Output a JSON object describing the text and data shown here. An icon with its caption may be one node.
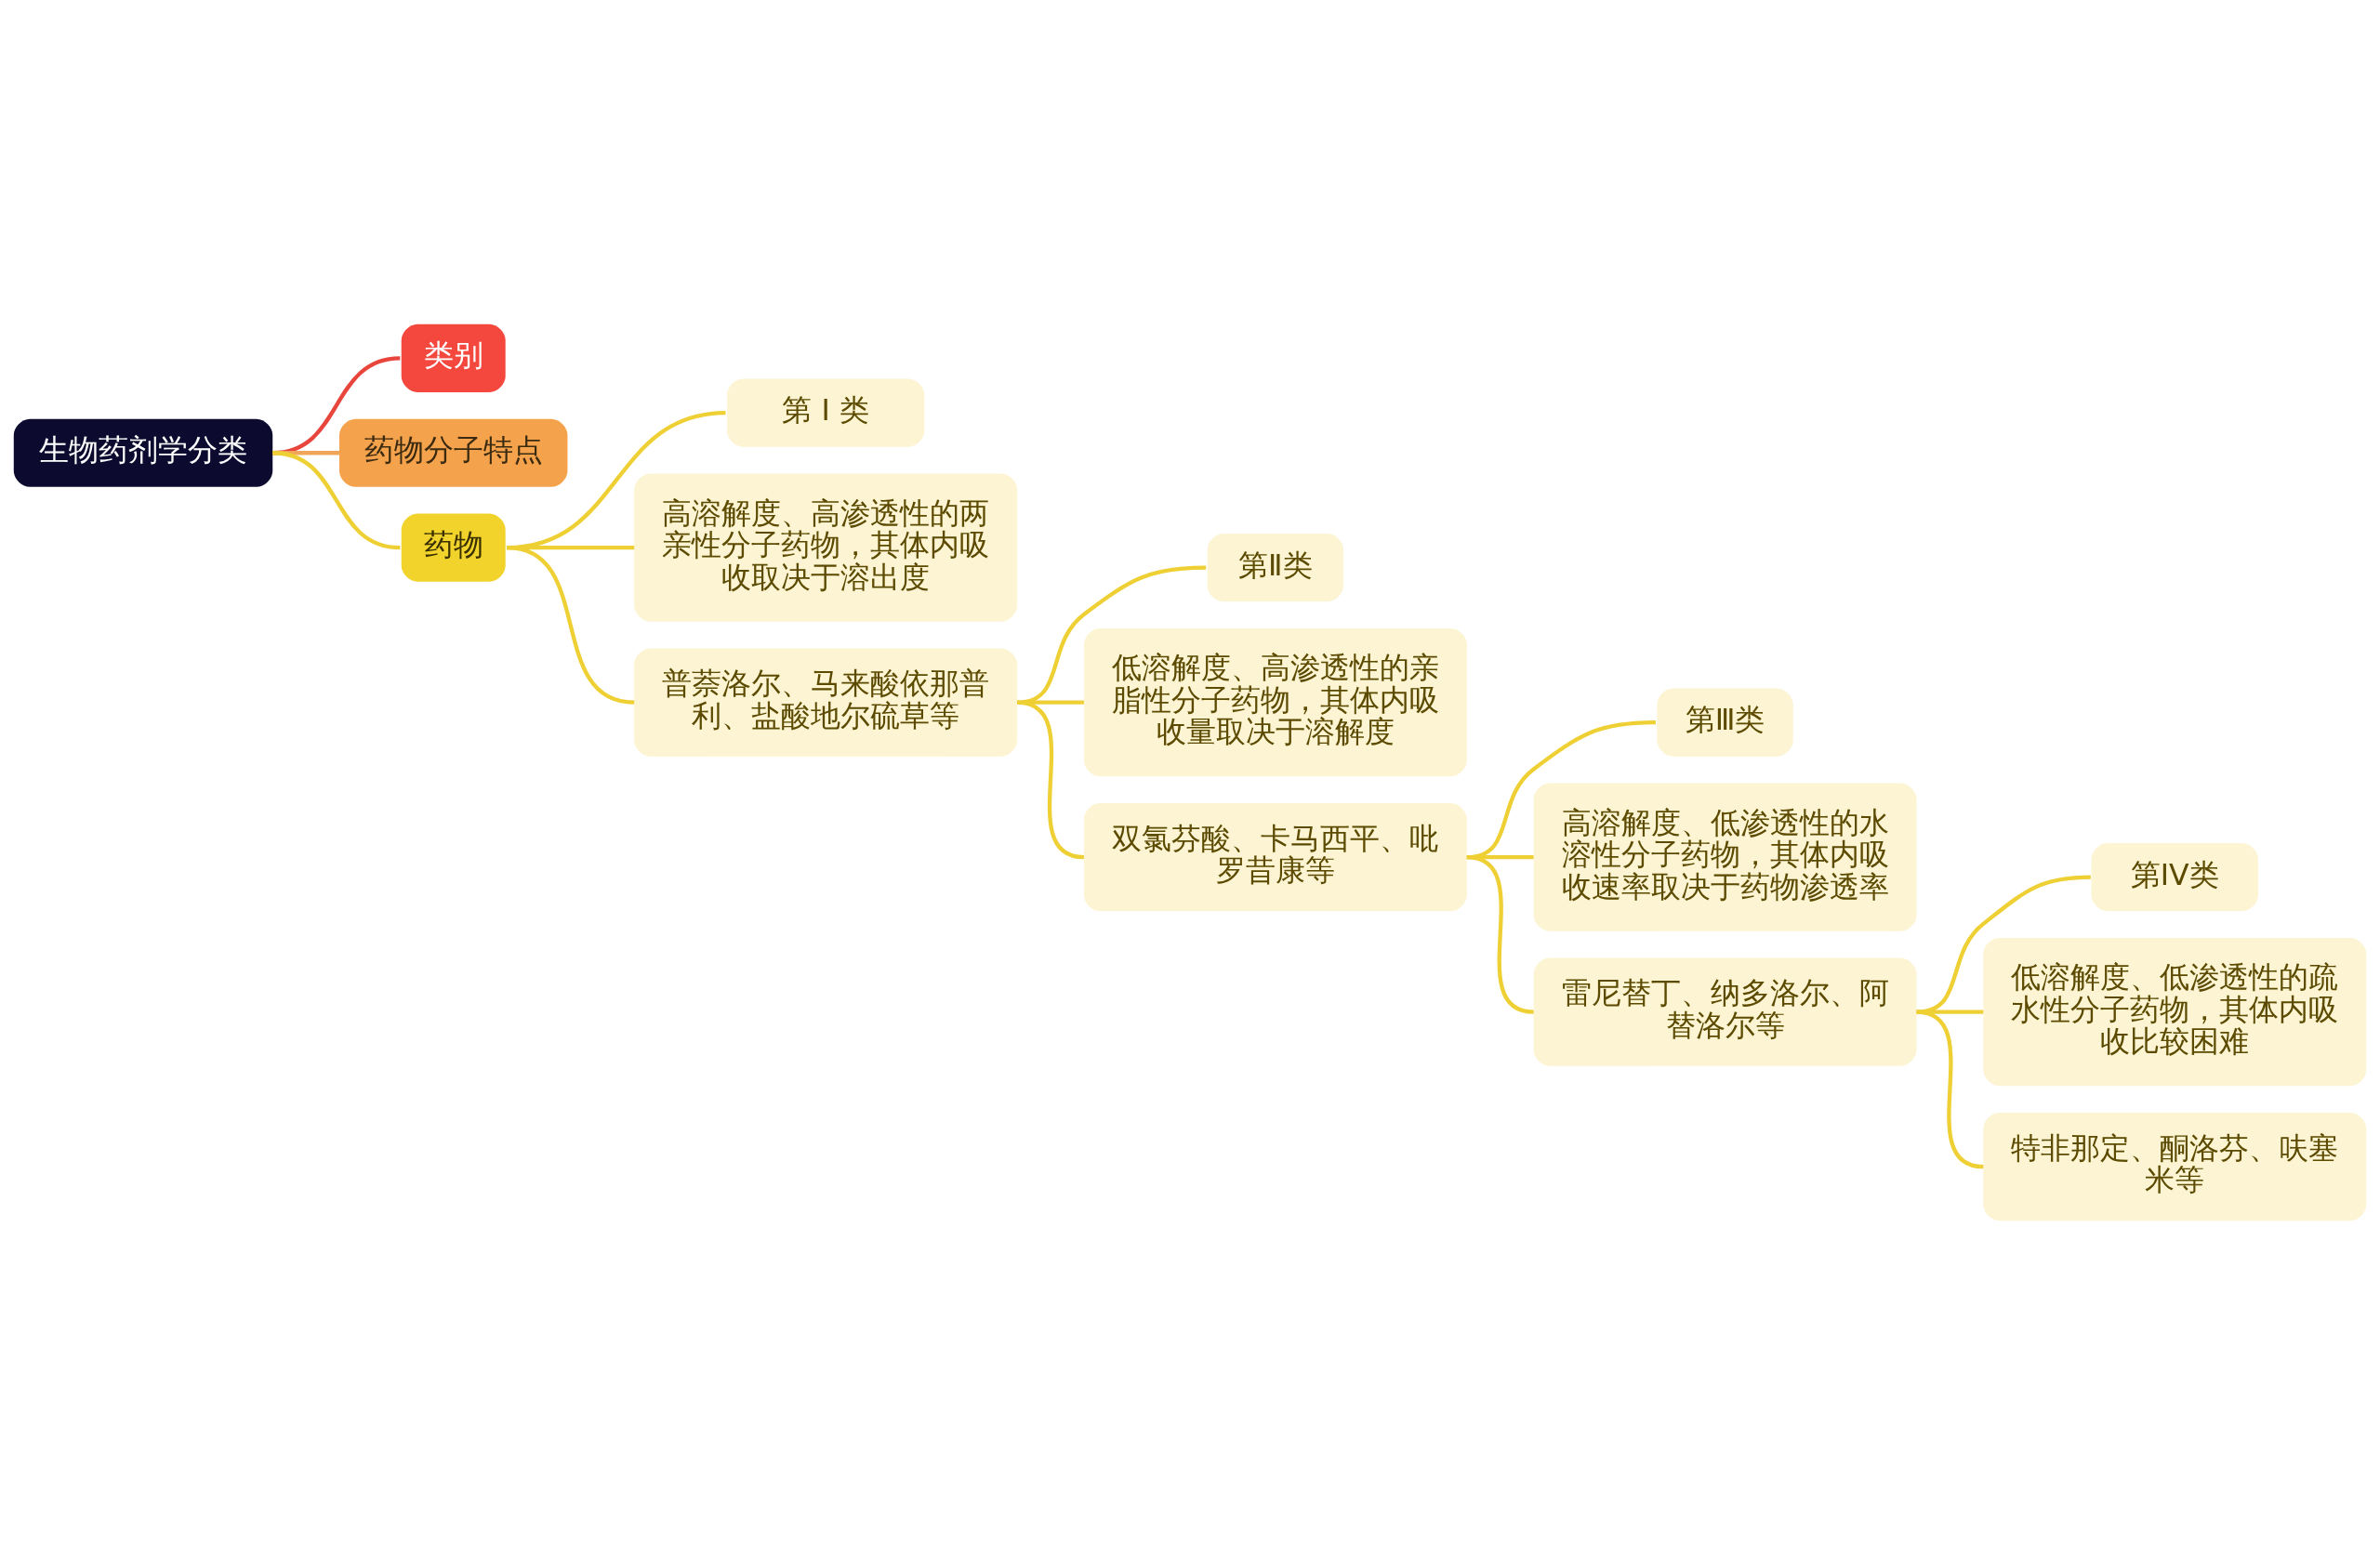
{
  "diagram": {
    "nodes": [
      {
        "text": [
          "生物药剂学分类"
        ]
      },
      {
        "text": [
          "类别"
        ]
      },
      {
        "text": [
          "药物分子特点"
        ]
      },
      {
        "text": [
          "药物"
        ]
      },
      {
        "text": [
          "第 I 类"
        ]
      },
      {
        "text": [
          "高溶解度、高渗透性的两亲性分子药物，其体内吸收取决于溶出度"
        ]
      },
      {
        "text": [
          "普萘洛尔、马来酸依那普利、盐酸地尔硫草等"
        ]
      },
      {
        "text": [
          "第Ⅱ类"
        ]
      },
      {
        "text": [
          "低溶解度、高渗透性的亲脂性分子药物，其体内吸收量取决于溶解度"
        ]
      },
      {
        "text": [
          "双氯芬酸、卡马西平、吡罗昔康等"
        ]
      },
      {
        "text": [
          "第Ⅲ类"
        ]
      },
      {
        "text": [
          "高溶解度、低渗透性的水溶性分子药物，其体内吸收速率取决于药物渗透率"
        ]
      },
      {
        "text": [
          "雷尼替丁、纳多洛尔、阿替洛尔等"
        ]
      },
      {
        "text": [
          "第IV类"
        ]
      },
      {
        "text": [
          "低溶解度、低渗透性的疏水性分子药物，其体内吸收比较困难"
        ]
      },
      {
        "text": [
          "特非那定、酮洛芬、呋塞米等"
        ]
      }
    ],
    "edges": [
      {
        "from": 0,
        "to": 1,
        "arrow": "none",
        "color": "#e8463c"
      },
      {
        "from": 0,
        "to": 2,
        "arrow": "none",
        "color": "#f0a558"
      },
      {
        "from": 0,
        "to": 3,
        "arrow": "none"
      },
      {
        "from": 3,
        "to": 4,
        "arrow": "none"
      },
      {
        "from": 3,
        "to": 5,
        "arrow": "none"
      },
      {
        "from": 3,
        "to": 6,
        "arrow": "none"
      },
      {
        "from": 6,
        "to": 7,
        "arrow": "none"
      },
      {
        "from": 6,
        "to": 8,
        "arrow": "none"
      },
      {
        "from": 6,
        "to": 9,
        "arrow": "none"
      },
      {
        "from": 9,
        "to": 10,
        "arrow": "none"
      },
      {
        "from": 9,
        "to": 11,
        "arrow": "none"
      },
      {
        "from": 9,
        "to": 12,
        "arrow": "none"
      },
      {
        "from": 12,
        "to": 13,
        "arrow": "none"
      },
      {
        "from": 12,
        "to": 14,
        "arrow": "none"
      },
      {
        "from": 12,
        "to": 15,
        "arrow": "none"
      }
    ]
  }
}
